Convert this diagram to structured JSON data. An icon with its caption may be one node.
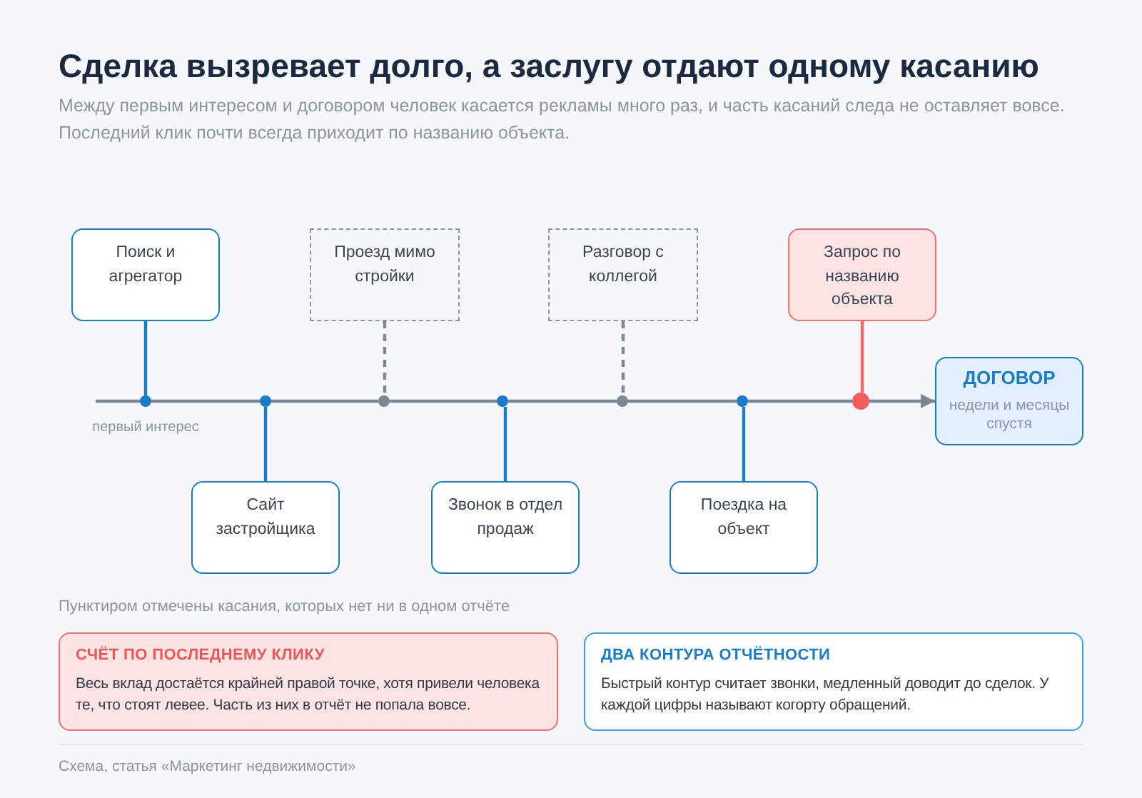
{
  "diagram": {
    "title": "Сделка вызревает долго, а заслугу отдают одному касанию",
    "nodes": [
      {
        "text": [
          "Поиск и агрегатор"
        ]
      },
      {
        "text": [],
        "shape": "circle",
        "beside": [
          "первый интерес"
        ]
      },
      {
        "text": [
          "Сайт застройщика"
        ]
      },
      {
        "text": [],
        "shape": "circle"
      },
      {
        "text": [
          "Проезд мимо стройки"
        ]
      },
      {
        "text": [],
        "shape": "circle"
      },
      {
        "text": [
          "Звонок в отдел продаж"
        ]
      },
      {
        "text": [],
        "shape": "circle"
      },
      {
        "text": [
          "Разговор с коллегой"
        ]
      },
      {
        "text": [],
        "shape": "circle"
      },
      {
        "text": [
          "Поездка на объект"
        ]
      },
      {
        "text": [],
        "shape": "circle"
      },
      {
        "text": [
          "Запрос по названию объекта"
        ]
      },
      {
        "text": [],
        "shape": "circle"
      },
      {
        "text": [
          "ДОГОВОР",
          "недели и месяцы спустя"
        ]
      },
      {
        "text": [
          "СЧЁТ ПО ПОСЛЕДНЕМУ КЛИКУ",
          "Весь вклад достаётся крайней правой точке, хотя привели человека те, что стоят левее. Часть из них в отчёт не попала вовсе."
        ]
      },
      {
        "text": [
          "ДВА КОНТУРА ОТЧЁТНОСТИ",
          "Быстрый контур считает звонки, медленный доводит до сделок. У каждой цифры называют когорту обращений."
        ]
      }
    ],
    "edges": [
      {
        "from": null,
        "to": 1,
        "arrow": "none"
      },
      {
        "from": 1,
        "to": 3,
        "arrow": "none"
      },
      {
        "from": 3,
        "to": 5,
        "arrow": "none"
      },
      {
        "from": 5,
        "to": 7,
        "arrow": "none"
      },
      {
        "from": 7,
        "to": 9,
        "arrow": "none"
      },
      {
        "from": 9,
        "to": 11,
        "arrow": "none"
      },
      {
        "from": 11,
        "to": 13,
        "arrow": "none"
      },
      {
        "from": 13,
        "to": 14,
        "arrow": "to"
      },
      {
        "from": 0,
        "to": 1,
        "arrow": "none",
        "color": "#1a7cc6"
      },
      {
        "from": 2,
        "to": 3,
        "arrow": "none",
        "color": "#1a7cc6"
      },
      {
        "from": 4,
        "to": 5,
        "arrow": "none",
        "style": "dashed"
      },
      {
        "from": 6,
        "to": 7,
        "arrow": "none",
        "color": "#1a7cc6"
      },
      {
        "from": 8,
        "to": 9,
        "arrow": "none",
        "style": "dashed"
      },
      {
        "from": 10,
        "to": 11,
        "arrow": "none",
        "color": "#1a7cc6"
      },
      {
        "from": 12,
        "to": 13,
        "arrow": "none",
        "color": "#f26b6b"
      }
    ],
    "labels": [
      "Между первым интересом и договором человек касается рекламы много раз, и часть касаний следа не оставляет вовсе. Последний клик почти всегда приходит по названию объекта.",
      "Пунктиром отмечены касания, которых нет ни в одном отчёте",
      "Схема, статья «Маркетинг недвижимости»"
    ]
  }
}
